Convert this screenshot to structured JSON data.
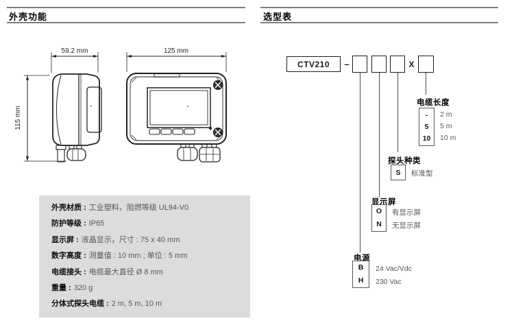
{
  "headers": {
    "left": "外壳功能",
    "right": "选型表"
  },
  "drawings": {
    "side_width": "59.2 mm",
    "side_height": "115 mm",
    "front_width": "125 mm"
  },
  "specs": {
    "rows": [
      {
        "label": "外壳材质 :",
        "value": "工业塑料，阻燃等级 UL94-V0"
      },
      {
        "label": "防护等级 :",
        "value": "IP65"
      },
      {
        "label": "显示屏 :",
        "value": "液晶显示，尺寸 : 75 x 40 mm"
      },
      {
        "label": "数字高度 :",
        "value": "测量值 : 10 mm ; 单位 : 5 mm"
      },
      {
        "label": "电缆接头 :",
        "value": "电缆最大直径 Ø 8 mm"
      },
      {
        "label": "重量 :",
        "value": "320 g"
      },
      {
        "label": "分体式探头电缆 :",
        "value": "2 m, 5 m, 10 m"
      }
    ]
  },
  "selector": {
    "model": "CTV210",
    "separator": "–",
    "x_mark": "X",
    "cable_length": {
      "title": "电缆长度",
      "options": [
        {
          "code": "-",
          "label": "2 m"
        },
        {
          "code": "5",
          "label": "5 m"
        },
        {
          "code": "10",
          "label": "10 m"
        }
      ]
    },
    "probe_type": {
      "title": "探头种类",
      "options": [
        {
          "code": "S",
          "label": "标准型"
        }
      ]
    },
    "display": {
      "title": "显示屏",
      "options": [
        {
          "code": "O",
          "label": "有显示屏"
        },
        {
          "code": "N",
          "label": "无显示屏"
        }
      ]
    },
    "power": {
      "title": "电源",
      "options": [
        {
          "code": "B",
          "label": "24 Vac/Vdc"
        },
        {
          "code": "H",
          "label": "230 Vac"
        }
      ]
    }
  },
  "colors": {
    "rule_gray": "#7d7d7f",
    "spec_box_bg": "#dcdcdd",
    "value_gray": "#55575c",
    "line_black": "#231f20"
  }
}
